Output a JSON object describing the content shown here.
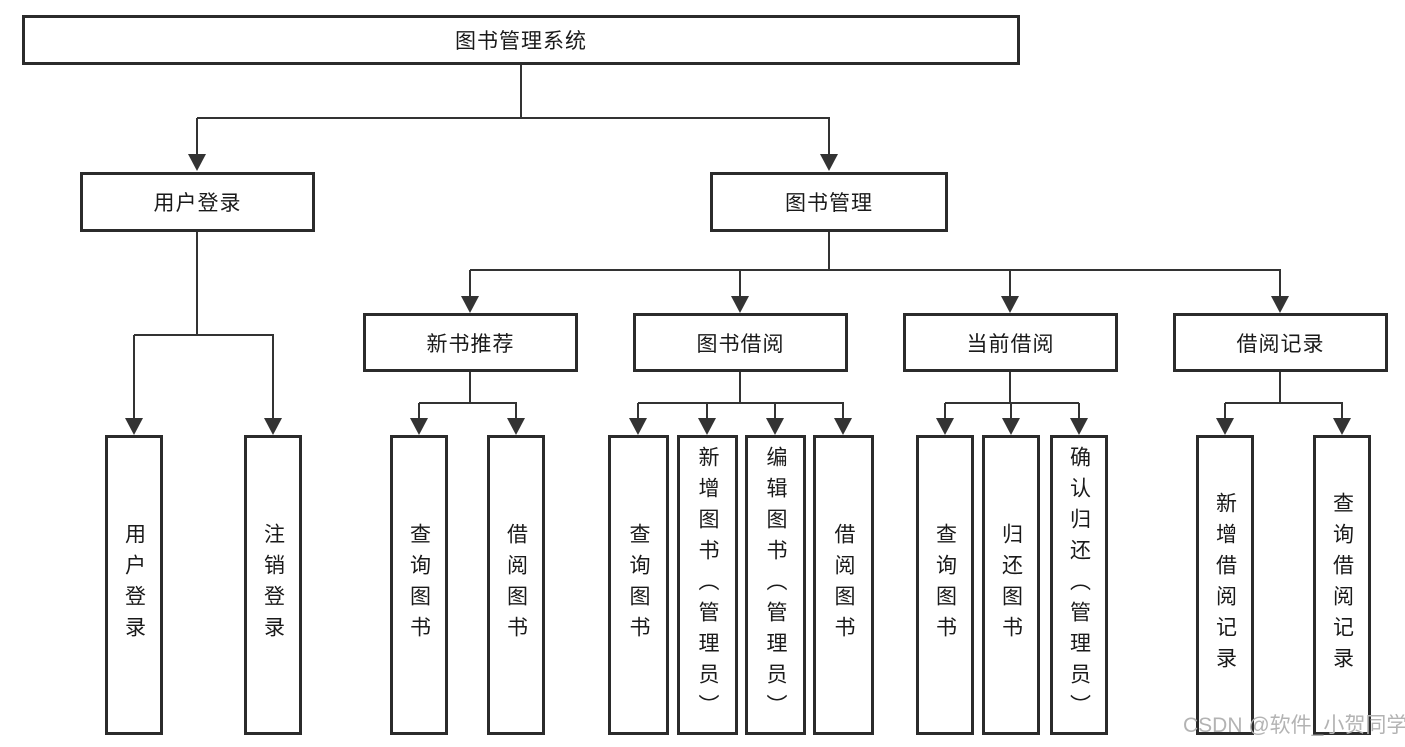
{
  "tree": {
    "root": {
      "label": "图书管理系统",
      "children": [
        {
          "label": "用户登录",
          "children": [
            {
              "label": "用户登录"
            },
            {
              "label": "注销登录"
            }
          ]
        },
        {
          "label": "图书管理",
          "children": [
            {
              "label": "新书推荐",
              "children": [
                {
                  "label": "查询图书"
                },
                {
                  "label": "借阅图书"
                }
              ]
            },
            {
              "label": "图书借阅",
              "children": [
                {
                  "label": "查询图书"
                },
                {
                  "label": "新增图书（管理员）"
                },
                {
                  "label": "编辑图书（管理员）"
                },
                {
                  "label": "借阅图书"
                }
              ]
            },
            {
              "label": "当前借阅",
              "children": [
                {
                  "label": "查询图书"
                },
                {
                  "label": "归还图书"
                },
                {
                  "label": "确认归还（管理员）"
                }
              ]
            },
            {
              "label": "借阅记录",
              "children": [
                {
                  "label": "新增借阅记录"
                },
                {
                  "label": "查询借阅记录"
                }
              ]
            }
          ]
        }
      ]
    }
  },
  "watermark": "CSDN @软件_小贺同学",
  "colors": {
    "line": "#333333",
    "box_border": "#2b2b2b",
    "box_fill": "#ffffff",
    "text": "#1a1a1a",
    "background": "#ffffff",
    "watermark": "#b3b3b3"
  }
}
